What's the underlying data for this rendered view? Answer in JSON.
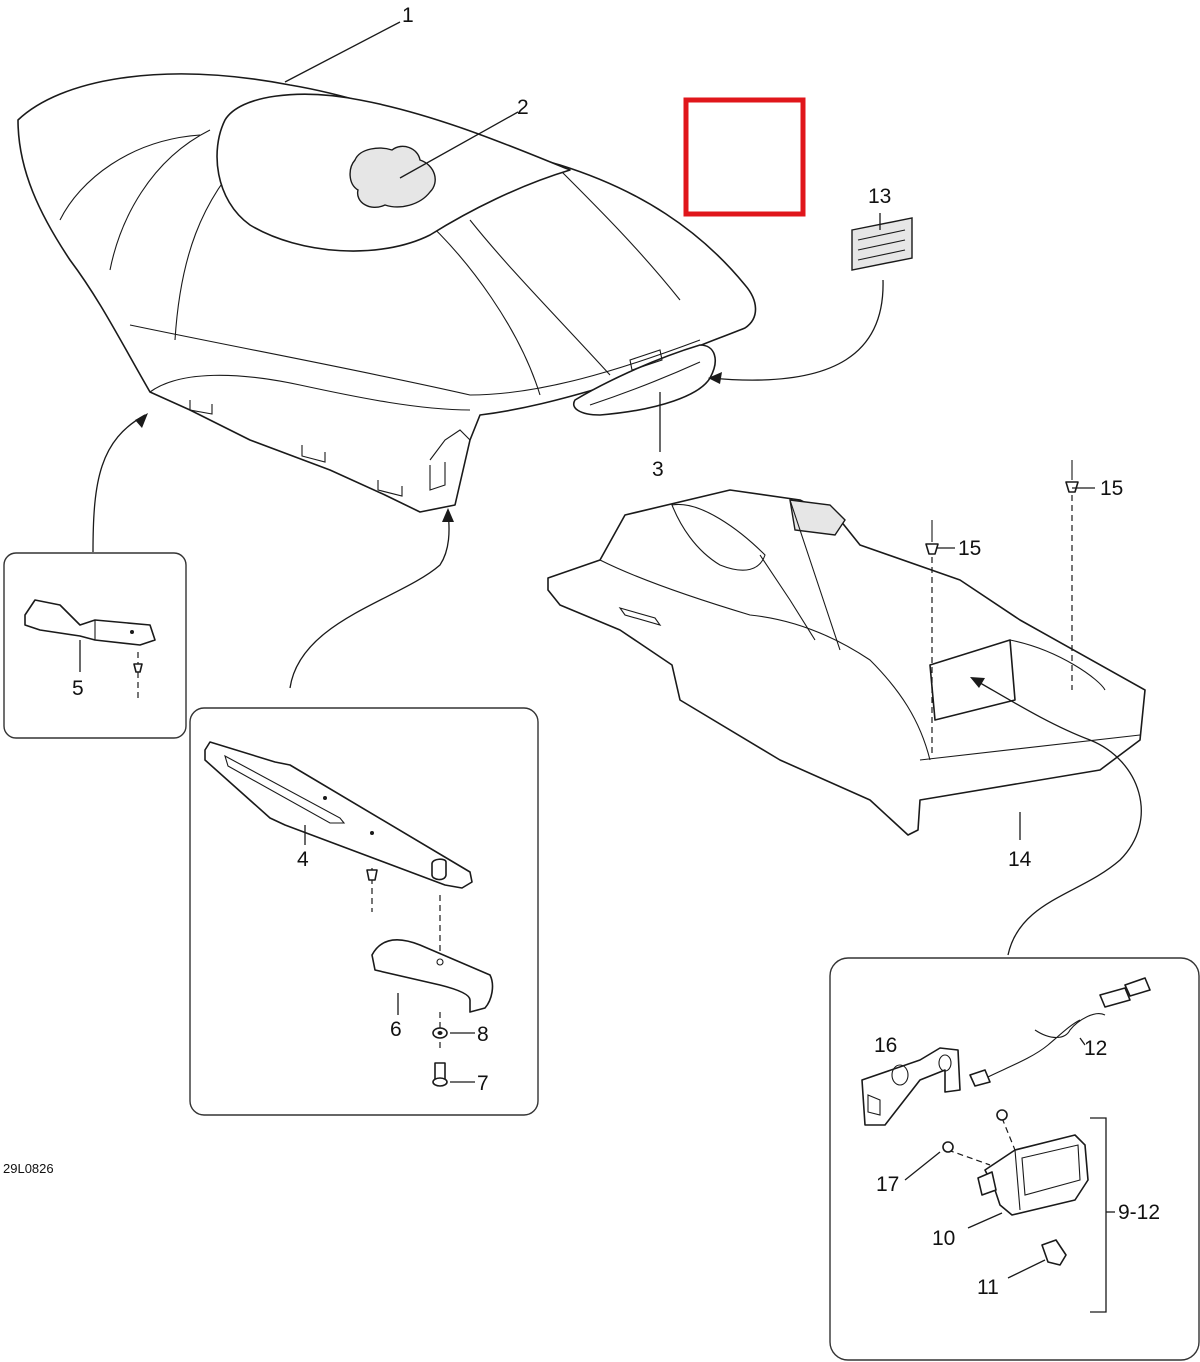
{
  "figure": {
    "reference_code": "29L0826",
    "highlight_color": "#e0161b"
  },
  "callouts": {
    "c1": "1",
    "c2": "2",
    "c3": "3",
    "c4": "4",
    "c5": "5",
    "c6": "6",
    "c7": "7",
    "c8": "8",
    "c9_12": "9-12",
    "c10": "10",
    "c11": "11",
    "c12": "12",
    "c13": "13",
    "c14": "14",
    "c15a": "15",
    "c15b": "15",
    "c16": "16",
    "c17": "17"
  }
}
